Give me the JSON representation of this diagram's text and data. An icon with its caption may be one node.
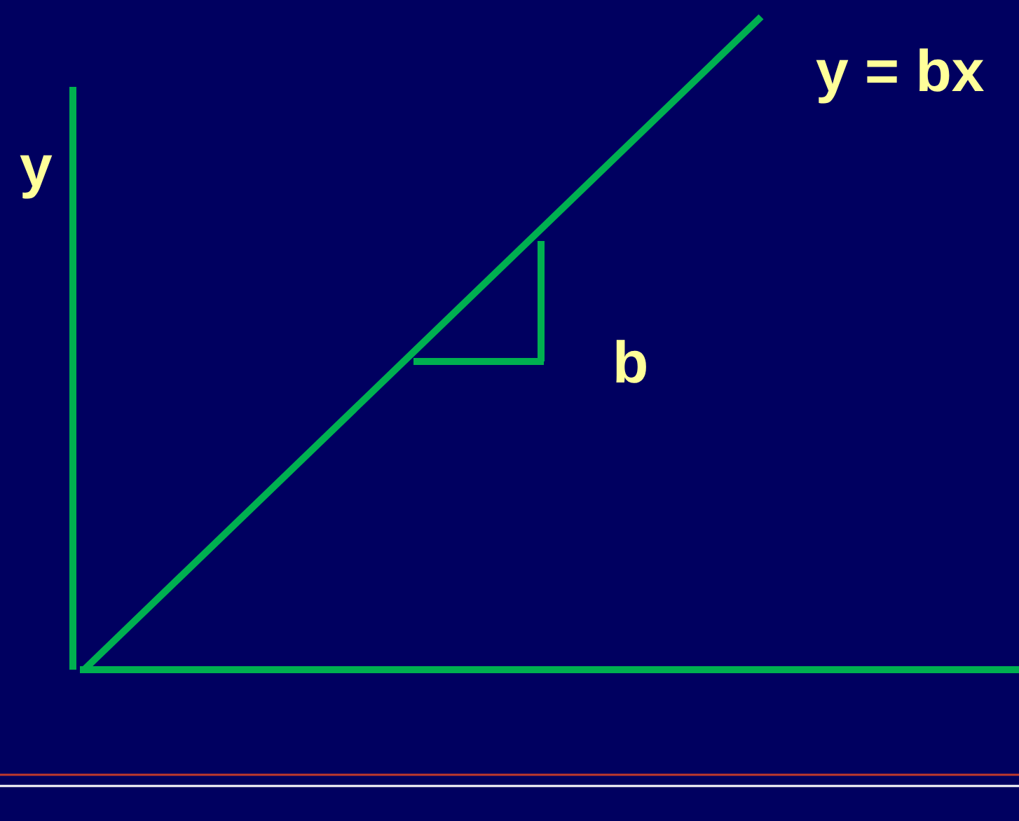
{
  "diagram": {
    "labels": [
      "y = bx",
      "y",
      "b"
    ]
  }
}
